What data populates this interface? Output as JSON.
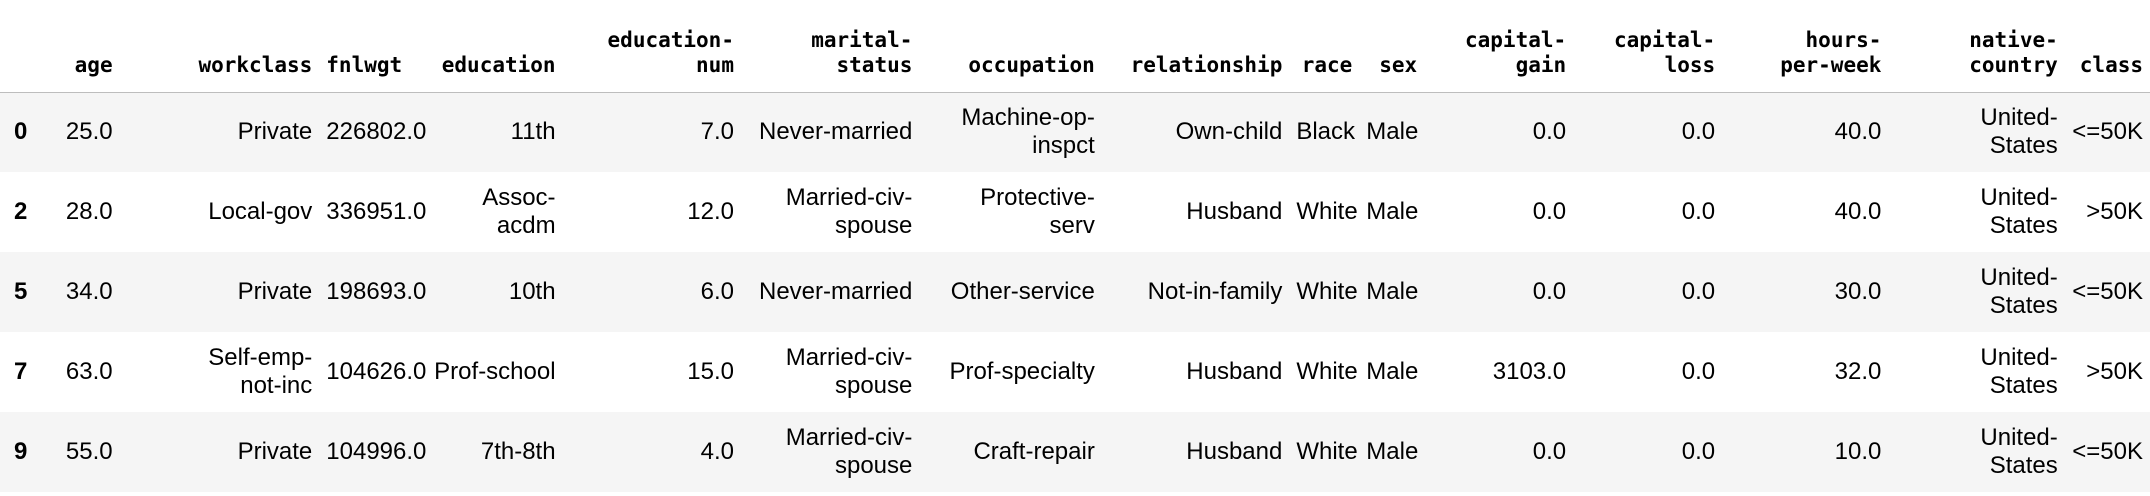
{
  "table": {
    "columns": [
      {
        "key": "age",
        "label": "age"
      },
      {
        "key": "workclass",
        "label": "workclass"
      },
      {
        "key": "fnlwgt",
        "label": "fnlwgt"
      },
      {
        "key": "education",
        "label": "education"
      },
      {
        "key": "education_num",
        "label": "education-\nnum"
      },
      {
        "key": "marital_status",
        "label": "marital-\nstatus"
      },
      {
        "key": "occupation",
        "label": "occupation"
      },
      {
        "key": "relationship",
        "label": "relationship"
      },
      {
        "key": "race",
        "label": "race"
      },
      {
        "key": "sex",
        "label": "sex"
      },
      {
        "key": "capital_gain",
        "label": "capital-\ngain"
      },
      {
        "key": "capital_loss",
        "label": "capital-\nloss"
      },
      {
        "key": "hours_per_week",
        "label": "hours-\nper-week"
      },
      {
        "key": "native_country",
        "label": "native-\ncountry"
      },
      {
        "key": "class",
        "label": "class"
      }
    ],
    "rows": [
      {
        "index": "0",
        "cells": [
          "25.0",
          "Private",
          "226802.0",
          "11th",
          "7.0",
          "Never-married",
          "Machine-op-\ninspct",
          "Own-child",
          "Black",
          "Male",
          "0.0",
          "0.0",
          "40.0",
          "United-\nStates",
          "<=50K"
        ]
      },
      {
        "index": "2",
        "cells": [
          "28.0",
          "Local-gov",
          "336951.0",
          "Assoc-\nacdm",
          "12.0",
          "Married-civ-\nspouse",
          "Protective-\nserv",
          "Husband",
          "White",
          "Male",
          "0.0",
          "0.0",
          "40.0",
          "United-\nStates",
          ">50K"
        ]
      },
      {
        "index": "5",
        "cells": [
          "34.0",
          "Private",
          "198693.0",
          "10th",
          "6.0",
          "Never-married",
          "Other-service",
          "Not-in-family",
          "White",
          "Male",
          "0.0",
          "0.0",
          "30.0",
          "United-\nStates",
          "<=50K"
        ]
      },
      {
        "index": "7",
        "cells": [
          "63.0",
          "Self-emp-\nnot-inc",
          "104626.0",
          "Prof-school",
          "15.0",
          "Married-civ-\nspouse",
          "Prof-specialty",
          "Husband",
          "White",
          "Male",
          "3103.0",
          "0.0",
          "32.0",
          "United-\nStates",
          ">50K"
        ]
      },
      {
        "index": "9",
        "cells": [
          "55.0",
          "Private",
          "104996.0",
          "7th-8th",
          "4.0",
          "Married-civ-\nspouse",
          "Craft-repair",
          "Husband",
          "White",
          "Male",
          "0.0",
          "0.0",
          "10.0",
          "United-\nStates",
          "<=50K"
        ]
      }
    ]
  },
  "colors": {
    "header_rule": "#bdbdbd",
    "odd_row_bg": "#f5f5f5",
    "even_row_bg": "#ffffff",
    "hover_row_bg": "#e3effa"
  }
}
